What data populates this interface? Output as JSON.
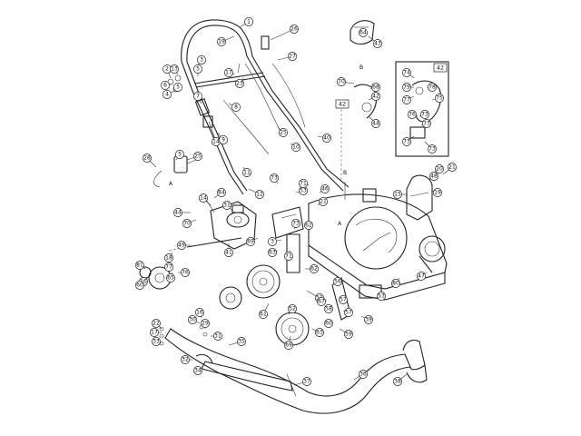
{
  "callouts": [
    "1",
    "2",
    "3",
    "4",
    "5",
    "6",
    "7",
    "8",
    "9",
    "10",
    "11",
    "12",
    "13",
    "14",
    "15",
    "16",
    "17",
    "18",
    "19",
    "20",
    "21",
    "22",
    "23",
    "24",
    "25",
    "26",
    "27",
    "28",
    "29",
    "30",
    "31",
    "32",
    "33",
    "34",
    "35",
    "36",
    "37",
    "38",
    "39",
    "40",
    "41",
    "42",
    "43",
    "44",
    "45",
    "46",
    "47",
    "48",
    "49",
    "50",
    "51",
    "52",
    "53",
    "54",
    "55",
    "56",
    "57",
    "58",
    "59",
    "60",
    "61",
    "62",
    "63",
    "64",
    "65",
    "66",
    "67",
    "68",
    "69",
    "70",
    "71",
    "72",
    "73",
    "74",
    "75",
    "76",
    "77",
    "78",
    "79",
    "80",
    "81",
    "82",
    "83",
    "84"
  ],
  "inset_box_label": "42",
  "detail_box_label": "42",
  "view_letters": [
    "A",
    "A",
    "B",
    "B"
  ]
}
